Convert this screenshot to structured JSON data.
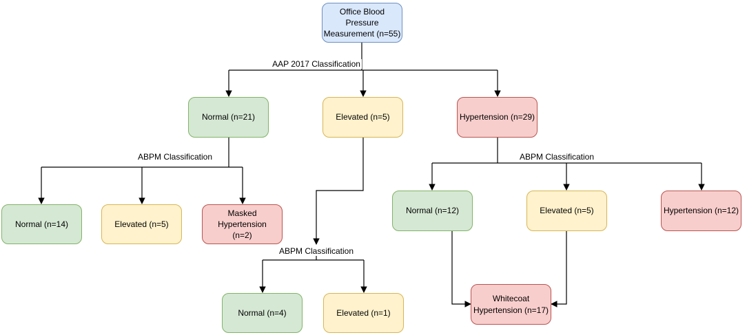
{
  "nodes": {
    "root": "Office Blood Pressure\nMeasurement (n=55)",
    "aap_normal": "Normal (n=21)",
    "aap_elevated": "Elevated (n=5)",
    "aap_hypertension": "Hypertension (n=29)",
    "n_normal": "Normal (n=14)",
    "n_elevated": "Elevated (n=5)",
    "n_masked": "Masked Hypertension\n(n=2)",
    "e_normal": "Normal (n=4)",
    "e_elevated": "Elevated (n=1)",
    "h_normal": "Normal  (n=12)",
    "h_elevated": "Elevated (n=5)",
    "h_hypertension": "Hypertension (n=12)",
    "whitecoat": "Whitecoat\nHypertension (n=17)"
  },
  "edge_labels": {
    "aap": "AAP 2017 Classification",
    "abpm_normal": "ABPM Classification",
    "abpm_elevated": "ABPM Classification",
    "abpm_hypertension": "ABPM Classification"
  },
  "colors": {
    "blue_fill": "#dae8fc",
    "green_fill": "#d5e8d4",
    "yellow_fill": "#fff2cc",
    "red_fill": "#f8cecc",
    "line": "#000000"
  }
}
